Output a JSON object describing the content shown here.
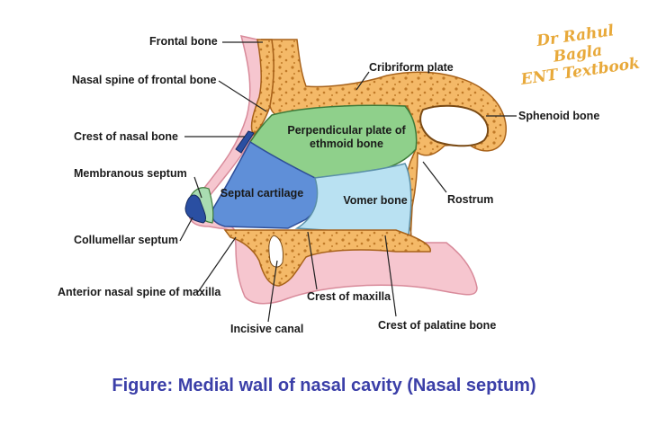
{
  "labels": {
    "frontal_bone": "Frontal bone",
    "nasal_spine_frontal": "Nasal spine of frontal bone",
    "crest_nasal_bone": "Crest of nasal bone",
    "membranous_septum": "Membranous septum",
    "collumellar_septum": "Collumellar septum",
    "anterior_nasal_spine": "Anterior nasal spine of maxilla",
    "incisive_canal": "Incisive canal",
    "crest_maxilla": "Crest of maxilla",
    "crest_palatine": "Crest of palatine bone",
    "rostrum": "Rostrum",
    "sphenoid_bone": "Sphenoid bone",
    "cribriform_plate": "Cribriform plate"
  },
  "regions": {
    "perpendicular_plate_line1": "Perpendicular plate of",
    "perpendicular_plate_line2": "ethmoid bone",
    "septal_cartilage": "Septal cartilage",
    "vomer_bone": "Vomer bone"
  },
  "watermark": {
    "line1": "Dr Rahul Bagla",
    "line2": "ENT Textbook"
  },
  "caption": "Figure: Medial wall of nasal cavity (Nasal septum)",
  "colors": {
    "bone": "#f4b968",
    "bone_dots": "#c07a28",
    "skin": "#f6c6cf",
    "ethmoid": "#8fd08b",
    "cartilage": "#5f8fd8",
    "vomer": "#b9e1f2",
    "caption": "#3b3fa8",
    "watermark": "#e8a93a"
  }
}
